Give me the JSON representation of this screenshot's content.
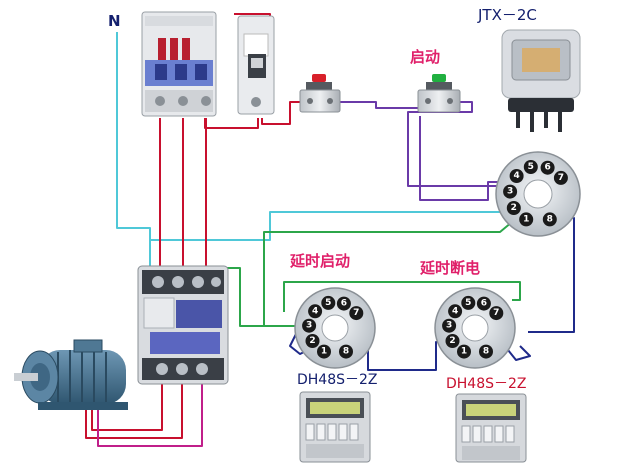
{
  "labels": {
    "neutral": "N",
    "relay_model": "JTX－2C",
    "start_button": "启动",
    "delay_start": "延时启动",
    "delay_off": "延时断电",
    "timer_left_model": "DH48S－2Z",
    "timer_right_model": "DH48S－2Z"
  },
  "socket_pins": [
    "1",
    "2",
    "3",
    "4",
    "5",
    "6",
    "7",
    "8"
  ],
  "colors": {
    "wire_neutral": "#4fc8d8",
    "wire_phase": "#c8102e",
    "wire_control": "#6a3aa8",
    "wire_green": "#2ca64a",
    "wire_navy": "#1f2a8a",
    "wire_magenta": "#c01f8a",
    "label_red": "#e0206a",
    "label_navy": "#14206e",
    "stop_button": "#d8202a",
    "start_button": "#20b040"
  }
}
